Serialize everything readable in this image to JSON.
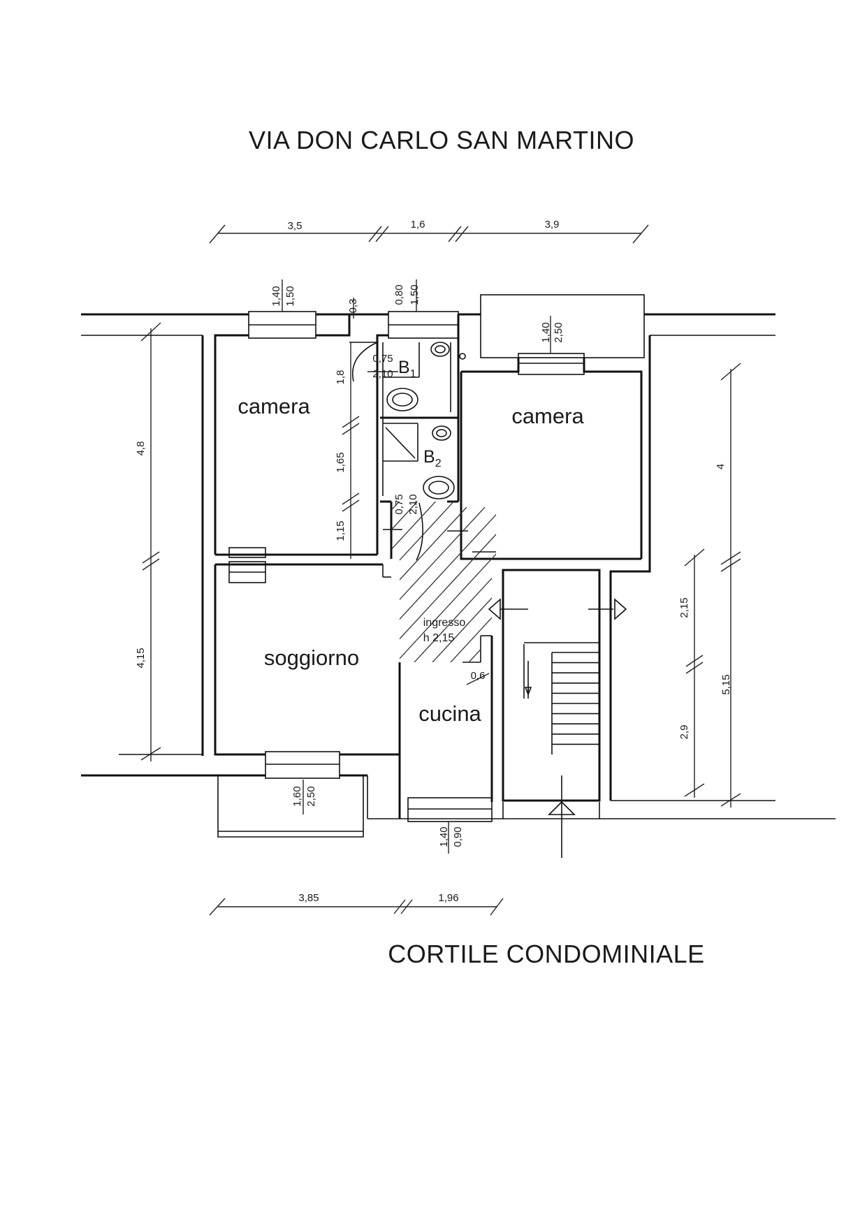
{
  "street_top": "VIA DON CARLO SAN MARTINO",
  "street_bottom": "CORTILE CONDOMINIALE",
  "rooms": {
    "camera_left": "camera",
    "camera_right": "camera",
    "soggiorno": "soggiorno",
    "cucina": "cucina",
    "ingresso": "ingresso",
    "ingresso_height": "h 2,15",
    "bath1": "B",
    "bath1_sub": "1",
    "bath2": "B",
    "bath2_sub": "2"
  },
  "dimensions": {
    "top": [
      "3,5",
      "1,6",
      "3,9"
    ],
    "bottom": [
      "3,85",
      "1,96"
    ],
    "left": [
      "4,8",
      "4,15"
    ],
    "right_outer": [
      "4",
      "5,15"
    ],
    "right_inner": [
      "2,15",
      "2,9"
    ],
    "center_vertical": [
      "1,8",
      "1,65",
      "1,15"
    ],
    "window_camera_left_w": "1,40",
    "window_camera_left_h": "1,50",
    "small_03": "0,3",
    "window_bath_w": "0,80",
    "window_bath_h": "1,50",
    "window_camera_right_w": "1,40",
    "window_camera_right_h": "2,50",
    "door_b1_w": "0,75",
    "door_b1_h": "2,10",
    "door_b2_w": "0,75",
    "door_b2_h": "2,10",
    "kitchen_step": "0,6",
    "window_soggiorno_w": "1,60",
    "window_soggiorno_h": "2,50",
    "window_cucina_w": "1,40",
    "window_cucina_h": "0,90"
  }
}
